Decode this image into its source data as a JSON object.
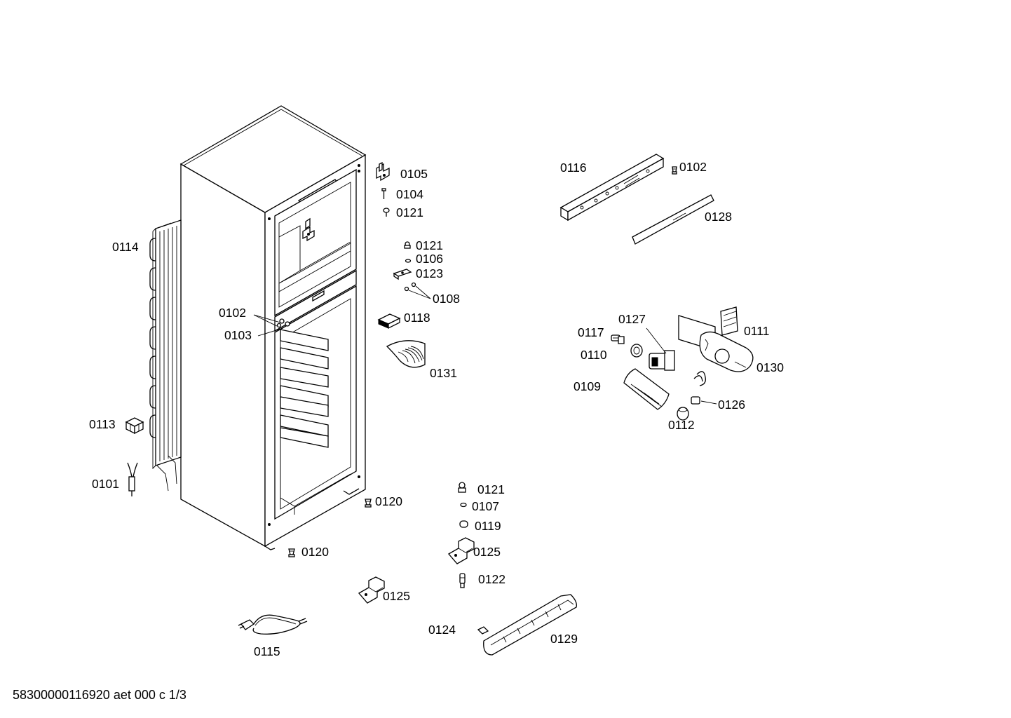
{
  "document_id": "58300000116920 aet 000 c 1/3",
  "labels": [
    {
      "key": "0105",
      "text": "0105"
    },
    {
      "key": "0104",
      "text": "0104"
    },
    {
      "key": "0121a",
      "text": "0121"
    },
    {
      "key": "0121b",
      "text": "0121"
    },
    {
      "key": "0106",
      "text": "0106"
    },
    {
      "key": "0123",
      "text": "0123"
    },
    {
      "key": "0108",
      "text": "0108"
    },
    {
      "key": "0118",
      "text": "0118"
    },
    {
      "key": "0131",
      "text": "0131"
    },
    {
      "key": "0114",
      "text": "0114"
    },
    {
      "key": "0102a",
      "text": "0102"
    },
    {
      "key": "0103",
      "text": "0103"
    },
    {
      "key": "0113",
      "text": "0113"
    },
    {
      "key": "0101",
      "text": "0101"
    },
    {
      "key": "0120a",
      "text": "0120"
    },
    {
      "key": "0120b",
      "text": "0120"
    },
    {
      "key": "0121c",
      "text": "0121"
    },
    {
      "key": "0107",
      "text": "0107"
    },
    {
      "key": "0119",
      "text": "0119"
    },
    {
      "key": "0125a",
      "text": "0125"
    },
    {
      "key": "0122",
      "text": "0122"
    },
    {
      "key": "0125b",
      "text": "0125"
    },
    {
      "key": "0115",
      "text": "0115"
    },
    {
      "key": "0124",
      "text": "0124"
    },
    {
      "key": "0129",
      "text": "0129"
    },
    {
      "key": "0116",
      "text": "0116"
    },
    {
      "key": "0102b",
      "text": "0102"
    },
    {
      "key": "0128",
      "text": "0128"
    },
    {
      "key": "0127",
      "text": "0127"
    },
    {
      "key": "0117",
      "text": "0117"
    },
    {
      "key": "0111",
      "text": "0111"
    },
    {
      "key": "0110",
      "text": "0110"
    },
    {
      "key": "0130",
      "text": "0130"
    },
    {
      "key": "0109",
      "text": "0109"
    },
    {
      "key": "0126",
      "text": "0126"
    },
    {
      "key": "0112",
      "text": "0112"
    }
  ]
}
